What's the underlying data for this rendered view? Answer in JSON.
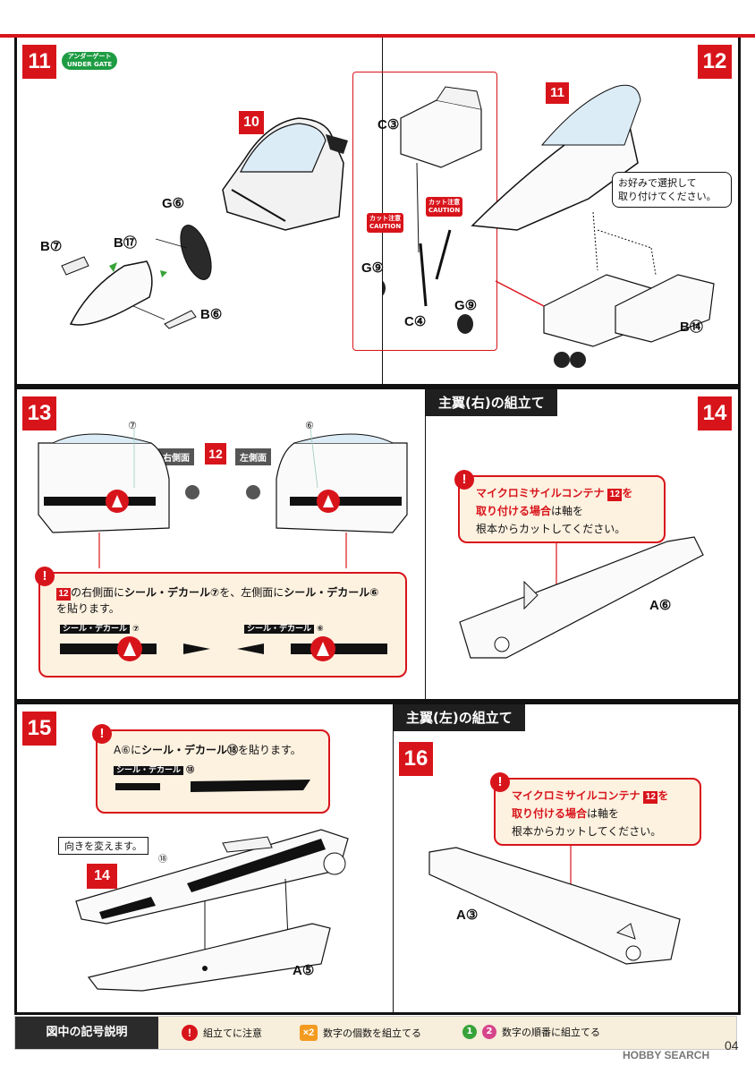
{
  "page": {
    "page_number": "04",
    "watermark": "HOBBY SEARCH"
  },
  "colors": {
    "accent": "#d8141b",
    "section_tab": "#1f1f1f",
    "callout_bg": "#fdf1e0",
    "legend_bg": "#f7eedb"
  },
  "step11": {
    "number": "11",
    "under_gate_badge": {
      "jp": "アンダーゲート",
      "en": "UNDER GATE"
    },
    "ref_step": "10",
    "parts": {
      "g6": "G⑥",
      "b17": "B⑰",
      "b7": "B⑦",
      "b6": "B⑥"
    }
  },
  "step12": {
    "number": "12",
    "ref_step": "11",
    "parts": {
      "c3": "C③",
      "g9a": "G⑨",
      "g9b": "G⑨",
      "c4": "C④",
      "b14": "B⑭"
    },
    "cut_tag": {
      "jp": "カット注意",
      "en": "CAUTION"
    },
    "note": "お好みで選択して\n取り付けてください。"
  },
  "step13": {
    "number": "13",
    "ref_step": "12",
    "right_side_label": "右側面",
    "left_side_label": "左側面",
    "marker_right": "⑦",
    "marker_left": "⑥",
    "callout": {
      "ref": "12",
      "line1_a": "の右側面に",
      "line1_b": "シール・デカール⑦",
      "line1_c": "を、左側面に",
      "line1_d": "シール・デカール⑥",
      "line2": "を貼ります。",
      "decal_a": "シール・デカール",
      "decal_a_num": "⑦",
      "decal_b": "シール・デカール",
      "decal_b_num": "⑥"
    }
  },
  "step14": {
    "number": "14",
    "section_title": "主翼(右)の組立て",
    "callout": {
      "hl": "マイクロミサイルコンテナ",
      "ref": "12",
      "hl_tail": "を",
      "line2_hl": "取り付ける場合",
      "line2_tail": "は軸を",
      "line3": "根本からカットしてください。"
    },
    "part": "A⑥"
  },
  "step15": {
    "number": "15",
    "ref_step": "14",
    "callout": {
      "part": "A⑥",
      "mid": "に",
      "decal": "シール・デカール⑱",
      "tail": "を貼ります。",
      "sub": "シール・デカール",
      "sub_num": "⑱"
    },
    "orient_note": "向きを変えます。",
    "marker": "⑱",
    "part": "A⑤"
  },
  "step16": {
    "number": "16",
    "section_title": "主翼(左)の組立て",
    "callout": {
      "hl": "マイクロミサイルコンテナ",
      "ref": "12",
      "hl_tail": "を",
      "line2_hl": "取り付ける場合",
      "line2_tail": "は軸を",
      "line3": "根本からカットしてください。"
    },
    "part": "A③"
  },
  "legend": {
    "title": "図中の記号説明",
    "items": [
      {
        "icon": "!",
        "label": "組立てに注意"
      },
      {
        "icon": "×2",
        "label": "数字の個数を組立てる"
      },
      {
        "icon_a": "1",
        "icon_b": "2",
        "label": "数字の順番に組立てる"
      }
    ]
  }
}
